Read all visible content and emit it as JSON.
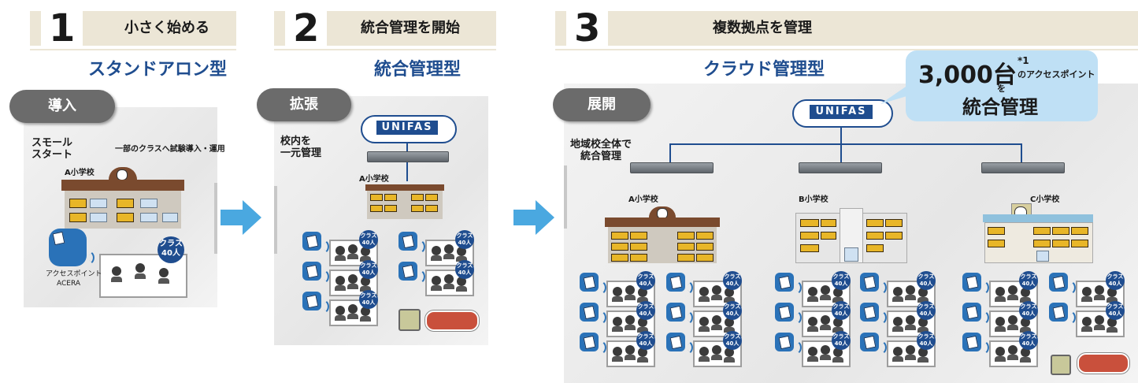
{
  "steps": [
    {
      "num": "1",
      "title": "小さく始める",
      "subtitle": "スタンドアロン型",
      "pill": "導入"
    },
    {
      "num": "2",
      "title": "統合管理を開始",
      "subtitle": "統合管理型",
      "pill": "拡張"
    },
    {
      "num": "3",
      "title": "複数拠点を管理",
      "subtitle": "クラウド管理型",
      "pill": "展開"
    }
  ],
  "panel1": {
    "small_start": "スモール\nスタート",
    "partial": "一部のクラスへ試験導入・運用",
    "school": "A小学校",
    "ap_label_1": "アクセスポイント",
    "ap_label_2": "ACERA",
    "badge": "クラス\n40人"
  },
  "panel2": {
    "central": "校内を\n一元管理",
    "school": "A小学校",
    "cloud": "UNIFAS"
  },
  "panel3": {
    "region": "地域校全体で\n統合管理",
    "cloud": "UNIFAS",
    "schools": [
      "A小学校",
      "B小学校",
      "C小学校"
    ]
  },
  "callout": {
    "big": "3,000台",
    "sup": "*1",
    "small": "のアクセスポイント",
    "wo": "を",
    "last": "統合管理"
  },
  "badge_text": "クラス 40人",
  "colors": {
    "accent": "#1f4d8f",
    "band": "#ece6d6",
    "arrow": "#4aa8e0",
    "bubble": "#bfe0f5"
  }
}
